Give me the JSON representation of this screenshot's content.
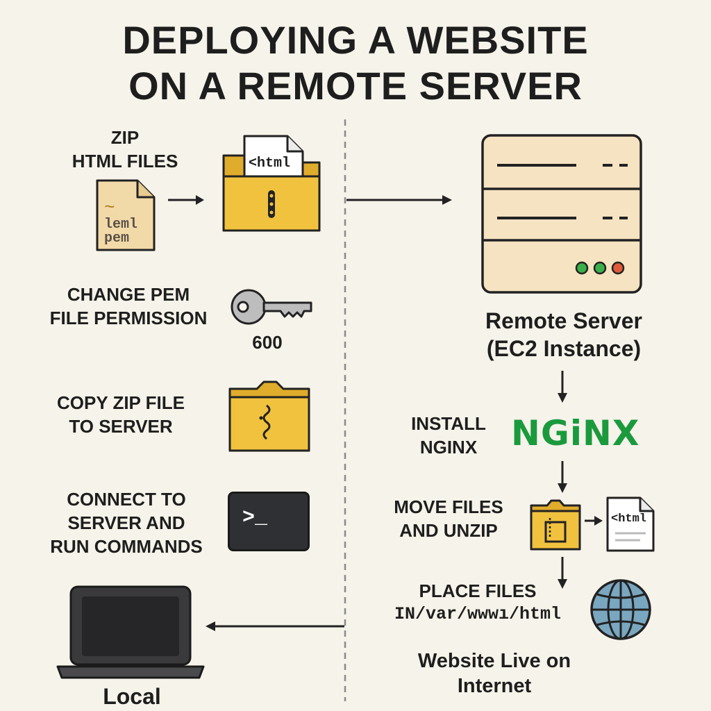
{
  "title": {
    "line1": "DEPLOYING A WEBSITE",
    "line2": "ON A REMOTE SERVER"
  },
  "left_steps": [
    {
      "line1": "ZIP",
      "line2": "HTML FILES",
      "file_text1": "~",
      "file_text2": "leml",
      "file_text3": "pem",
      "folder_doc_text": "<html"
    },
    {
      "line1": "CHANGE PEM",
      "line2": "FILE PERMISSION",
      "value": "600"
    },
    {
      "line1": "COPY ZIP FILE",
      "line2": "TO SERVER"
    },
    {
      "line1": "CONNECT TO",
      "line2": "SERVER AND",
      "line3": "RUN COMMANDS",
      "terminal_prompt": ">_"
    }
  ],
  "local": {
    "label": "Local"
  },
  "server": {
    "line1": "Remote Server",
    "line2": "(EC2 Instance)"
  },
  "right_steps": [
    {
      "line1": "INSTALL",
      "line2": "NGINX",
      "logo": "NGiNX"
    },
    {
      "line1": "MOVE FILES",
      "line2": "AND UNZIP",
      "doc_text": "<html"
    },
    {
      "line1": "PLACE FILES",
      "line2": "IN/var/wwwı/html"
    }
  ],
  "live": {
    "line1": "Website Live on",
    "line2": "Internet"
  },
  "colors": {
    "background": "#f6f3ea",
    "folder": "#f0c23e",
    "server_body": "#f6e3c2",
    "nginx": "#1a9a3d",
    "globe": "#7aa7c0",
    "terminal": "#2f3033"
  },
  "icons": [
    "file-zip-icon",
    "folder-html-icon",
    "key-icon",
    "zip-folder-icon",
    "terminal-icon",
    "laptop-icon",
    "server-icon",
    "nginx-logo",
    "folder-icon",
    "html-file-icon",
    "globe-icon"
  ]
}
